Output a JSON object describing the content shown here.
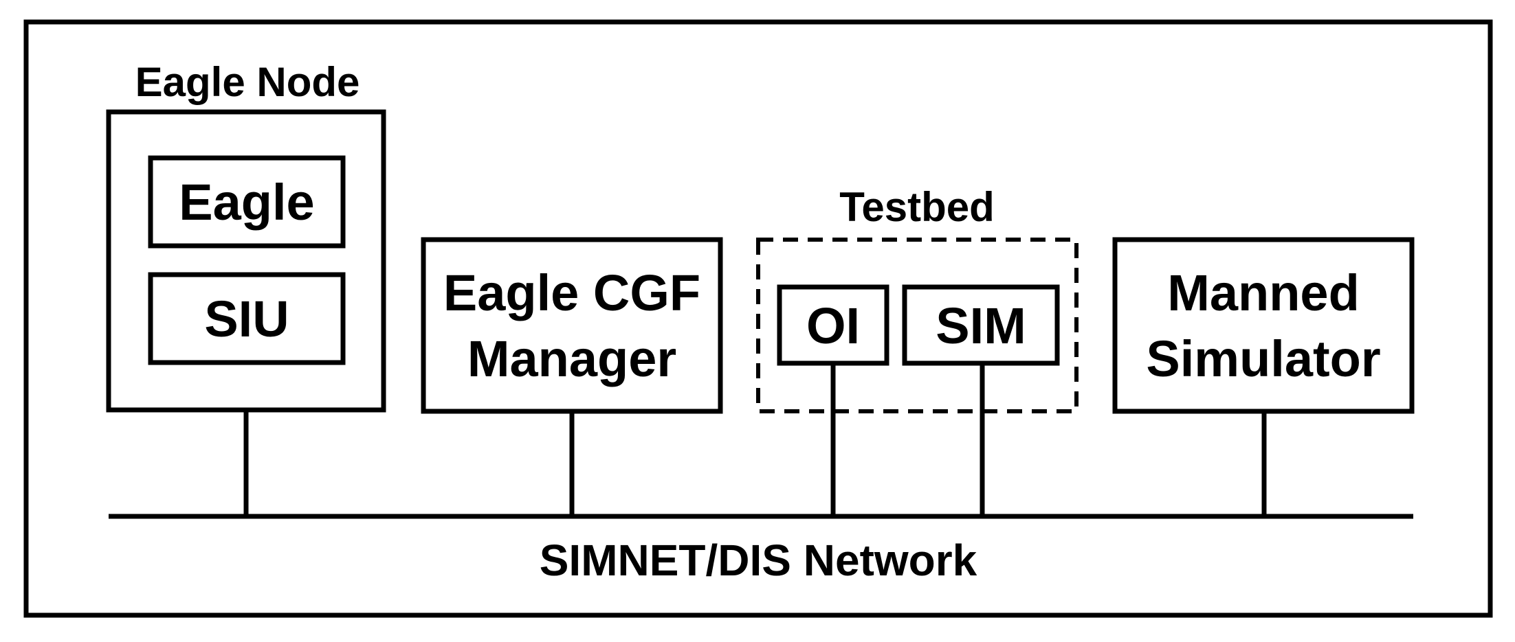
{
  "eagle_node": {
    "title": "Eagle Node",
    "inner_top": "Eagle",
    "inner_bottom": "SIU"
  },
  "cgf_manager": {
    "line1": "Eagle CGF",
    "line2": "Manager"
  },
  "testbed": {
    "title": "Testbed",
    "left": "OI",
    "right": "SIM"
  },
  "manned_simulator": {
    "line1": "Manned",
    "line2": "Simulator"
  },
  "network": {
    "label": "SIMNET/DIS Network"
  },
  "colors": {
    "stroke": "#000000",
    "background": "#ffffff"
  }
}
